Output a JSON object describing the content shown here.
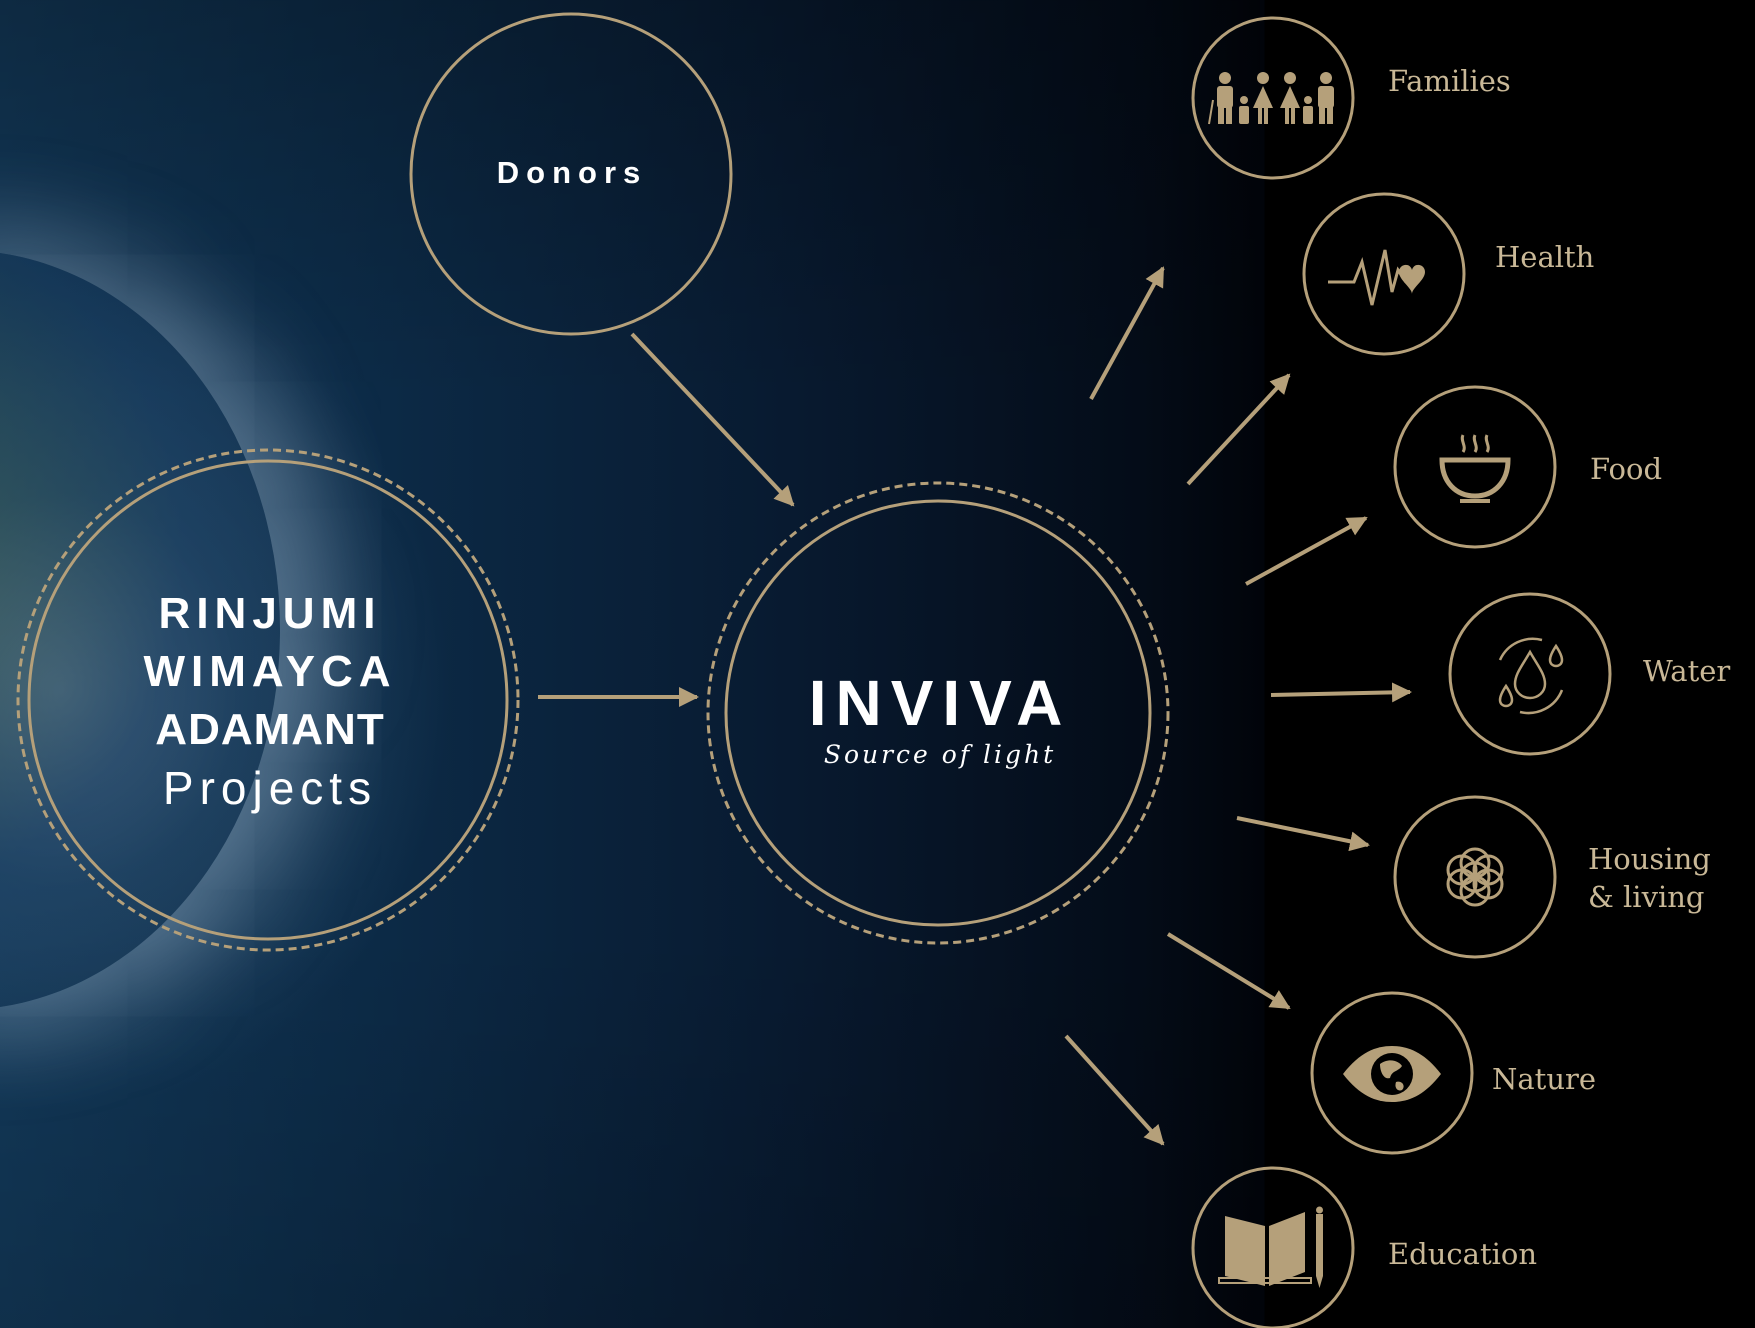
{
  "colors": {
    "gold": "#b5a07a",
    "label": "#c9b897",
    "text": "#ffffff",
    "background": "#0b2038"
  },
  "donors": {
    "label": "Donors"
  },
  "projects": {
    "line1": "RINJUMI",
    "line2": "WIMAYCA",
    "line3": "ADAMANT",
    "line4": "Projects"
  },
  "center": {
    "title": "INVIVA",
    "tagline": "Source of light"
  },
  "categories": [
    {
      "label": "Families",
      "icon": "family-icon"
    },
    {
      "label": "Health",
      "icon": "heartbeat-icon"
    },
    {
      "label": "Food",
      "icon": "soup-bowl-icon"
    },
    {
      "label": "Water",
      "icon": "water-cycle-icon"
    },
    {
      "label_line1": "Housing",
      "label_line2": "& living",
      "icon": "flower-of-life-icon"
    },
    {
      "label": "Nature",
      "icon": "globe-eye-icon"
    },
    {
      "label": "Education",
      "icon": "book-pencil-icon"
    }
  ]
}
